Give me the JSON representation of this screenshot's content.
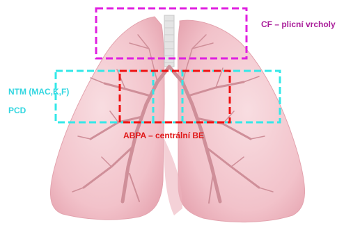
{
  "colors": {
    "background": "#ffffff",
    "lung_fill": "#f4c9cf",
    "lung_shade": "#e8a8b2",
    "airway": "#cf8f99",
    "trachea": "#dcdcdc",
    "cf": "#e020e0",
    "ntm": "#33e8e8",
    "abpa": "#ee1111",
    "cf_text": "#aa1e9a",
    "ntm_text": "#33d6e0",
    "abpa_text": "#e01818"
  },
  "annotations": {
    "cf": {
      "label": "CF – plicní vrcholy"
    },
    "ntm": {
      "label": "NTM (MAC,K,F)",
      "label2": "PCD"
    },
    "abpa": {
      "label": "ABPA – centrální BE"
    }
  }
}
